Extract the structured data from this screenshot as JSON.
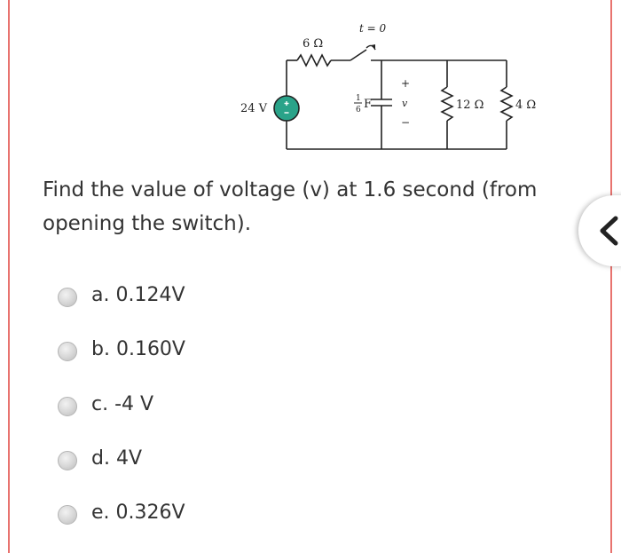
{
  "circuit": {
    "switch_label": "t = 0",
    "r1_label": "6 Ω",
    "source_label": "24 V",
    "cap_num": "1",
    "cap_den": "6",
    "cap_unit": "F",
    "v_plus": "+",
    "v_label": "v",
    "v_minus": "−",
    "r2_label": "12 Ω",
    "r3_label": "4 Ω"
  },
  "question": {
    "text": "Find the value of voltage (v) at 1.6 second (from opening the switch)."
  },
  "options": [
    {
      "label": "a. 0.124V"
    },
    {
      "label": "b. 0.160V"
    },
    {
      "label": "c. -4 V"
    },
    {
      "label": "d. 4V"
    },
    {
      "label": "e. 0.326V"
    }
  ],
  "colors": {
    "border": "#e8736f",
    "source_fill": "#2aa389"
  },
  "icons": {
    "back": "chevron-left-icon"
  }
}
